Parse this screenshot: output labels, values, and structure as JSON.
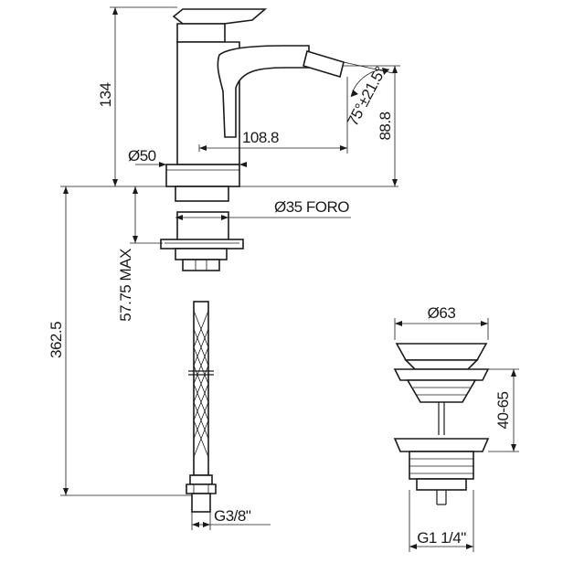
{
  "dimensions": {
    "height_overall": "134",
    "spout_reach": "108.8",
    "spout_height": "88.8",
    "angle": "75°±21.5°",
    "base_diameter": "Ø50",
    "hole_diameter": "Ø35 FORO",
    "deck_thickness": "57.75 MAX",
    "hose_length": "362.5",
    "hose_connection": "G3/8\"",
    "waste_diameter": "Ø63",
    "waste_height": "40-65",
    "waste_thread": "G1 1/4\""
  }
}
